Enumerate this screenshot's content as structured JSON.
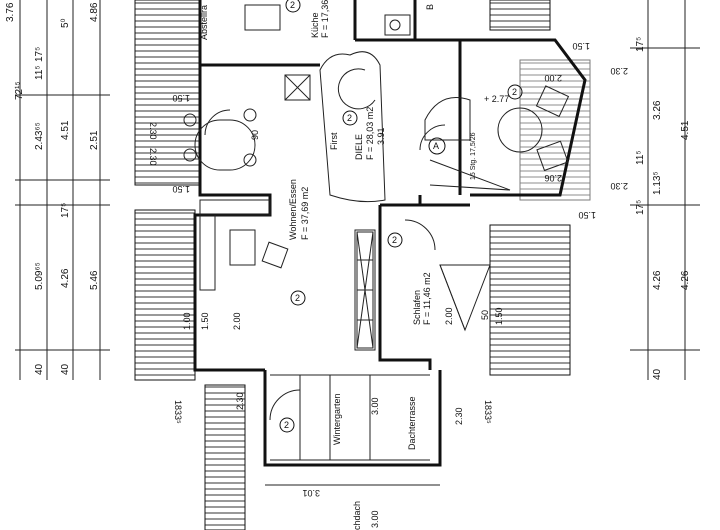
{
  "drawing": {
    "rooms": {
      "abstellraum": "Abstellra",
      "kueche": "Küche",
      "kueche_area": "F = 17,36",
      "wohnen": "Wohnen/Essen",
      "wohnen_area": "F = 37,69 m2",
      "diele": "DIELE",
      "diele_area": "F = 28,03 m2",
      "first": "First",
      "schlafen": "Schlafen",
      "schlafen_area": "F = 11,46 m2",
      "wintergarten": "Wintergarten",
      "dachterrasse": "Dachterrasse",
      "bad": "B",
      "dach": "chdach"
    },
    "markers": {
      "circle_2": "2",
      "circle_a": "A"
    },
    "stair_note": "15 Stg. 17,5/26",
    "level": "+ 2.77",
    "left_dims": [
      "3.76",
      "17⁵",
      "11⁵",
      "72¹⁵",
      "2.43⁶⁵",
      "4.51",
      "2.51",
      "17⁵",
      "5.09⁶⁵",
      "4.26",
      "5.46",
      "40",
      "4.86",
      "5⁰",
      "40"
    ],
    "right_dims": [
      "17⁵",
      "4.51",
      "3.26",
      "11⁵",
      "1.13⁵",
      "17⁵",
      "4.26",
      "4.26",
      "40"
    ],
    "inner_dims": [
      "1.50",
      "2.30",
      "2.30",
      "90",
      "1.50",
      "1.50",
      "2.00",
      "1.00",
      "2.00",
      "1.50",
      "50",
      "1.50",
      "2.00",
      "2.30",
      "2.06",
      "2.30",
      "1.50",
      "3.91"
    ],
    "bottom_dims": [
      "1833⁵",
      "2.30",
      "3.00",
      "2.30",
      "1833⁵",
      "3.01",
      "3.00"
    ]
  }
}
